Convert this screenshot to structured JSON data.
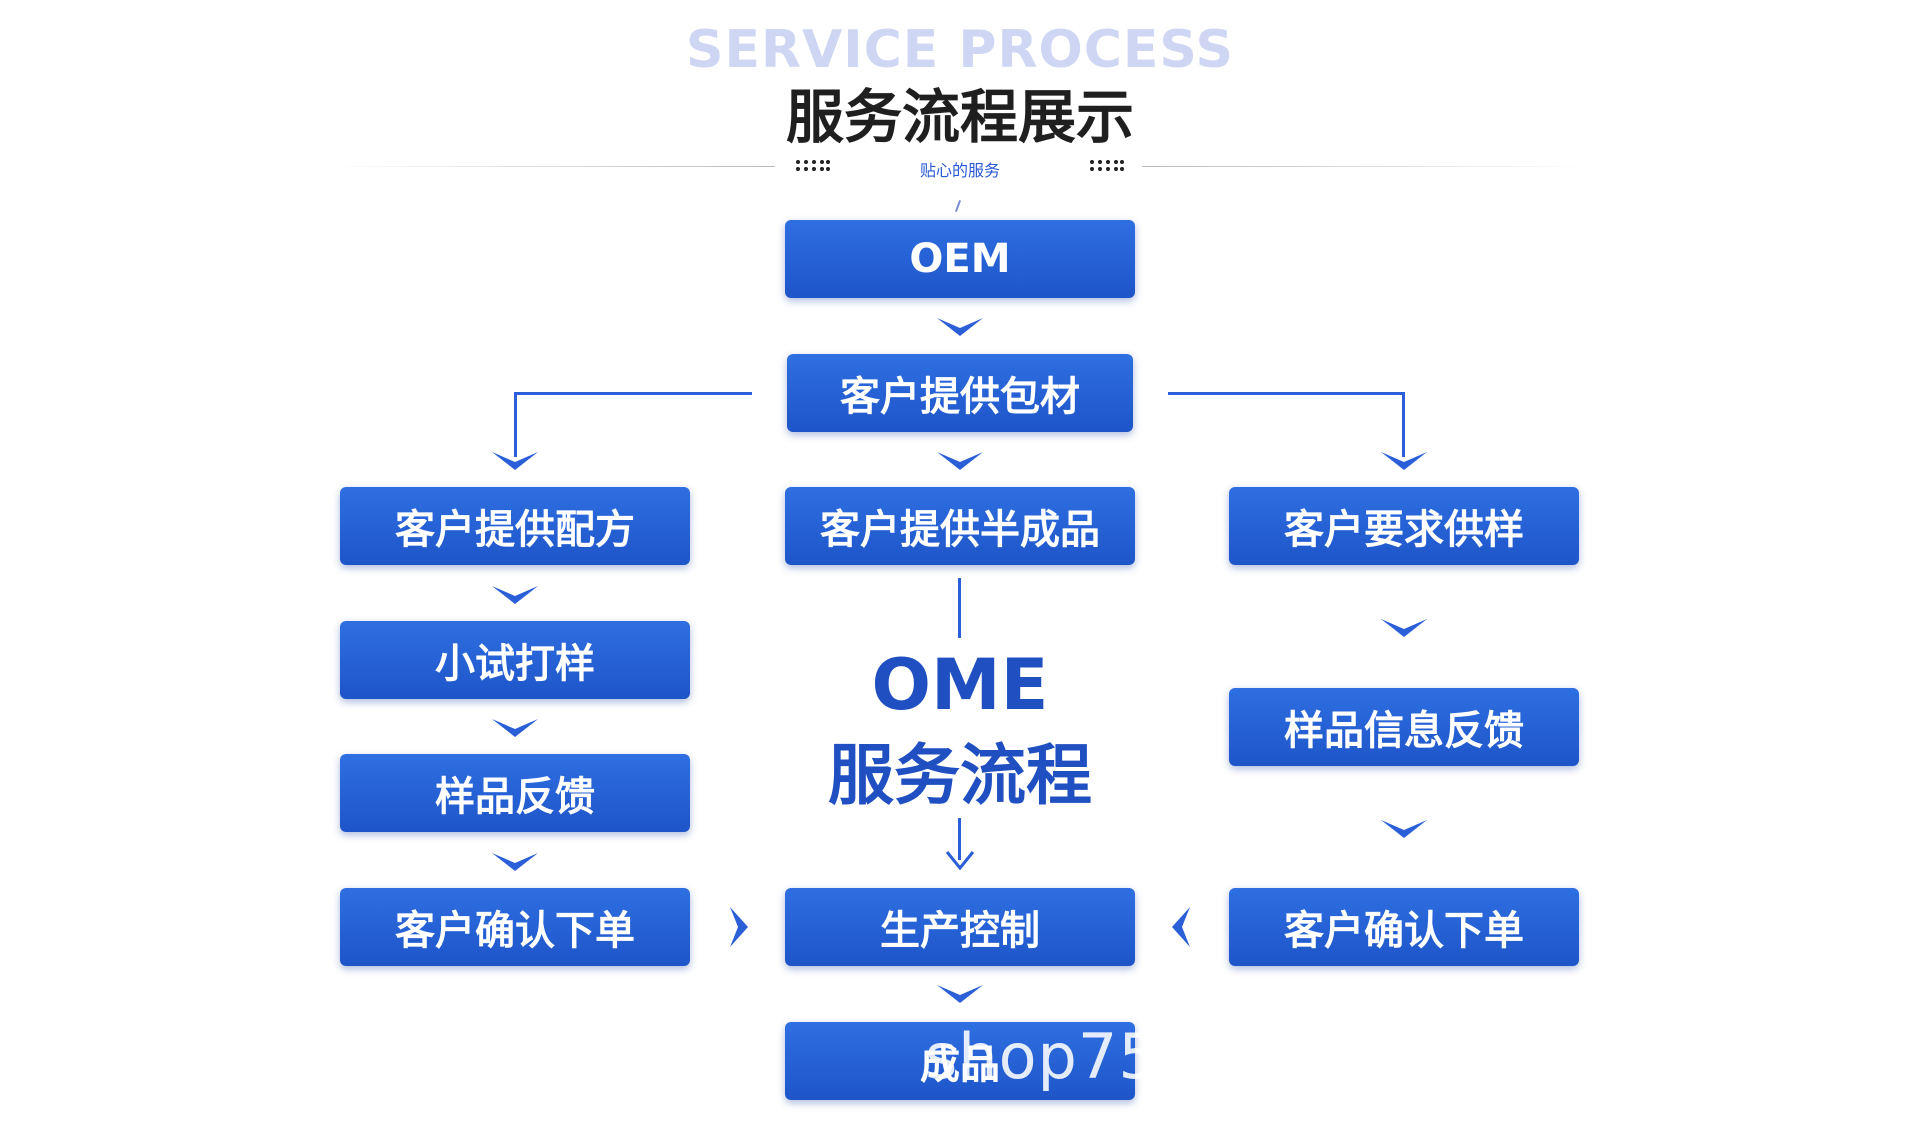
{
  "header": {
    "watermark": "SERVICE PROCESS",
    "title": "服务流程展示",
    "subtitle": "贴心的服务"
  },
  "boxes": {
    "oem": "OEM",
    "provide_packaging": "客户提供包材",
    "provide_formula": "客户提供配方",
    "provide_semi": "客户提供半成品",
    "request_sample": "客户要求供样",
    "trial_sample": "小试打样",
    "sample_feedback": "样品反馈",
    "confirm_order_left": "客户确认下单",
    "sample_info_feedback": "样品信息反馈",
    "confirm_order_right": "客户确认下单",
    "production_control": "生产控制",
    "finished_product": "成品"
  },
  "center": {
    "line1": "OME",
    "line2": "服务流程"
  },
  "watermark_text": "shop75",
  "colors": {
    "box_top": "#2e6fe1",
    "box_bottom": "#1e55c9",
    "accent": "#2a5fd7",
    "title": "#1f1f1f",
    "center_text": "#1f4fc0"
  }
}
